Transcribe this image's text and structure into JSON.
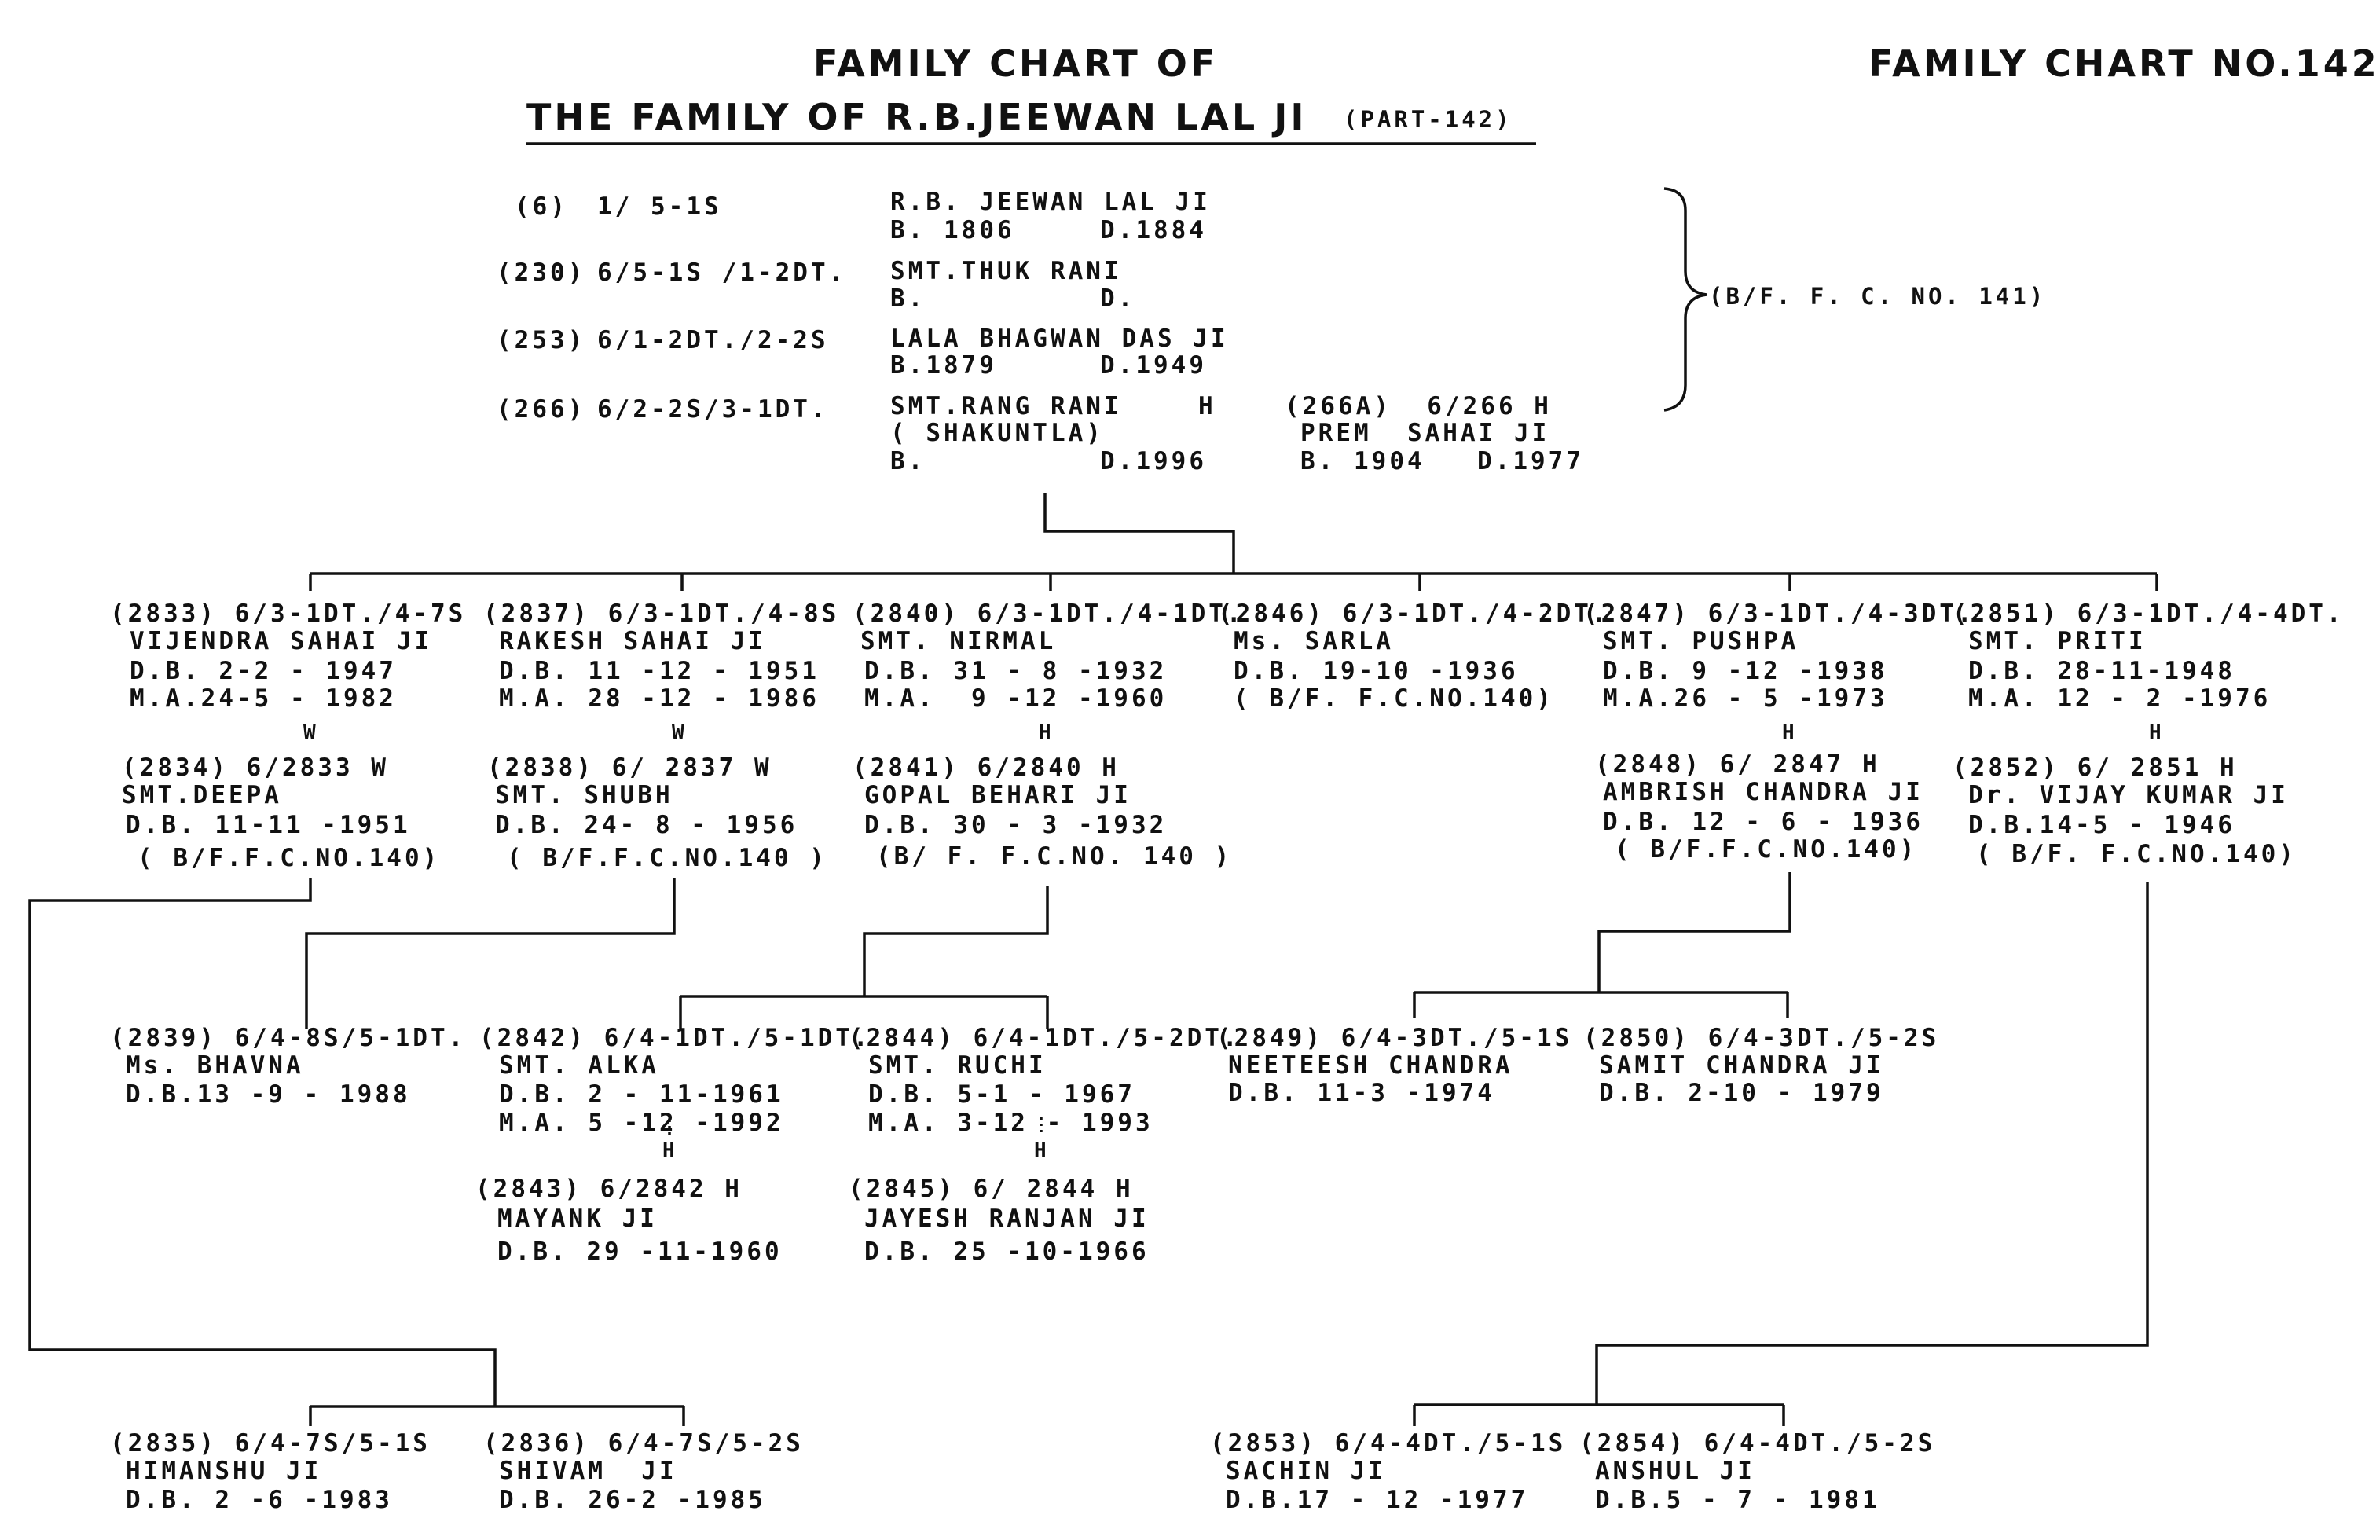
{
  "title_line1": "FAMILY CHART OF",
  "title_line2": "THE FAMILY OF R.B.JEEWAN LAL JI",
  "title_part": "(PART-142)",
  "chart_no": "FAMILY CHART NO.142",
  "brace_ref": "(B/F. F. C. NO. 141)",
  "ancestry": [
    {
      "code": "(6)",
      "rel": "1/ 5-1S",
      "name": "R.B. JEEWAN LAL JI",
      "b": "B. 1806",
      "d": "D.1884"
    },
    {
      "code": "(230)",
      "rel": "6/5-1S /1-2DT.",
      "name": "SMT.THUK RANI",
      "b": "B.",
      "d": "D."
    },
    {
      "code": "(253)",
      "rel": "6/1-2DT./2-2S",
      "name": "LALA BHAGWAN DAS JI",
      "b": "B.1879",
      "d": "D.1949"
    },
    {
      "code": "(266)",
      "rel": "6/2-2S/3-1DT.",
      "name": "SMT.RANG RANI",
      "h": "H",
      "alias": "( SHAKUNTLA)",
      "b": "B.",
      "d": "D.1996"
    }
  ],
  "spouse_266a": {
    "code": "(266A)  6/266 H",
    "name": "PREM  SAHAI JI",
    "b": "B. 1904",
    "d": "D.1977"
  },
  "gen3": [
    {
      "head": "(2833) 6/3-1DT./4-7S",
      "name": "VIJENDRA SAHAI JI",
      "db": "D.B. 2-2 - 1947",
      "ma": "M.A.24-5 - 1982",
      "mark": "W",
      "sp": {
        "head": "(2834) 6/2833 W",
        "name": "SMT.DEEPA",
        "db": "D.B. 11-11 -1951",
        "ref": "( B/F.F.C.NO.140)"
      }
    },
    {
      "head": "(2837) 6/3-1DT./4-8S",
      "name": "RAKESH SAHAI JI",
      "db": "D.B. 11 -12 - 1951",
      "ma": "M.A. 28 -12 - 1986",
      "mark": "W",
      "sp": {
        "head": "(2838) 6/ 2837 W",
        "name": "SMT. SHUBH",
        "db": "D.B. 24- 8 - 1956",
        "ref": "( B/F.F.C.NO.140 )"
      }
    },
    {
      "head": "(2840) 6/3-1DT./4-1DT.",
      "name": "SMT. NIRMAL",
      "db": "D.B. 31 - 8 -1932",
      "ma": "M.A.  9 -12 -1960",
      "mark": "H",
      "sp": {
        "head": "(2841) 6/2840 H",
        "name": "GOPAL BEHARI JI",
        "db": "D.B. 30 - 3 -1932",
        "ref": "(B/ F. F.C.NO. 140 )"
      }
    },
    {
      "head": "(2846) 6/3-1DT./4-2DT.",
      "name": "Ms. SARLA",
      "db": "D.B. 19-10 -1936",
      "ref": "( B/F. F.C.NO.140)"
    },
    {
      "head": "(2847) 6/3-1DT./4-3DT.",
      "name": "SMT. PUSHPA",
      "db": "D.B. 9 -12 -1938",
      "ma": "M.A.26 - 5 -1973",
      "mark": "H",
      "sp": {
        "head": "(2848) 6/ 2847 H",
        "name": "AMBRISH CHANDRA JI",
        "db": "D.B. 12 - 6 - 1936",
        "ref": "( B/F.F.C.NO.140)"
      }
    },
    {
      "head": "(2851) 6/3-1DT./4-4DT.",
      "name": "SMT. PRITI",
      "db": "D.B. 28-11-1948",
      "ma": "M.A. 12 - 2 -1976",
      "mark": "H",
      "sp": {
        "head": "(2852) 6/ 2851 H",
        "name": "Dr. VIJAY KUMAR JI",
        "db": "D.B.14-5 - 1946",
        "ref": "( B/F. F.C.NO.140)"
      }
    }
  ],
  "gen4": [
    {
      "head": "(2839) 6/4-8S/5-1DT.",
      "name": "Ms. BHAVNA",
      "db": "D.B.13 -9 - 1988"
    },
    {
      "head": "(2842) 6/4-1DT./5-1DT.",
      "name": "SMT. ALKA",
      "db": "D.B. 2 - 11-1961",
      "ma": "M.A. 5 -12 -1992",
      "mark": "H",
      "sp": {
        "head": "(2843) 6/2842 H",
        "name": "MAYANK JI",
        "db": "D.B. 29 -11-1960"
      }
    },
    {
      "head": "(2844) 6/4-1DT./5-2DT.",
      "name": "SMT. RUCHI",
      "db": "D.B. 5-1 - 1967",
      "ma": "M.A. 3-12 - 1993",
      "mark": "H",
      "sp": {
        "head": "(2845) 6/ 2844 H",
        "name": "JAYESH RANJAN JI",
        "db": "D.B. 25 -10-1966"
      }
    },
    {
      "head": "(2849) 6/4-3DT./5-1S",
      "name": "NEETEESH CHANDRA",
      "db": "D.B. 11-3 -1974"
    },
    {
      "head": "(2850) 6/4-3DT./5-2S",
      "name": "SAMIT CHANDRA JI",
      "db": "D.B. 2-10 - 1979"
    }
  ],
  "gen5": [
    {
      "head": "(2835) 6/4-7S/5-1S",
      "name": "HIMANSHU JI",
      "db": "D.B. 2 -6 -1983"
    },
    {
      "head": "(2836) 6/4-7S/5-2S",
      "name": "SHIVAM  JI",
      "db": "D.B. 26-2 -1985"
    },
    {
      "head": "(2853) 6/4-4DT./5-1S",
      "name": "SACHIN JI",
      "db": "D.B.17 - 12 -1977"
    },
    {
      "head": "(2854) 6/4-4DT./5-2S",
      "name": "ANSHUL JI",
      "db": "D.B.5 - 7 - 1981"
    }
  ]
}
